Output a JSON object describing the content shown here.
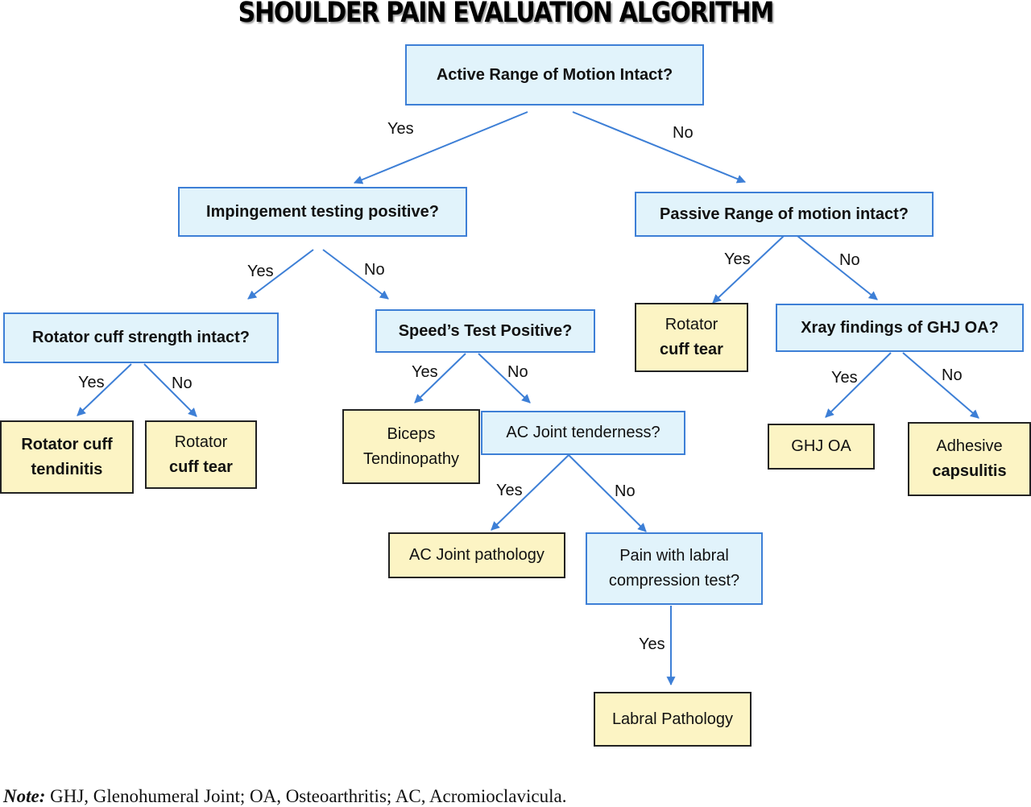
{
  "title": "SHOULDER PAIN EVALUATION ALGORITHM",
  "colors": {
    "question_fill": "#e1f3fb",
    "question_border": "#3d7fd6",
    "outcome_fill": "#fcf4c4",
    "outcome_border": "#222222",
    "arrow": "#3d7fd6"
  },
  "nodes": {
    "active_rom": "Active Range of Motion Intact?",
    "impingement": "Impingement testing positive?",
    "passive_rom": "Passive Range of motion intact?",
    "rc_strength": "Rotator cuff strength intact?",
    "speeds": "Speed’s Test Positive?",
    "rc_tear_right": [
      "Rotator",
      "cuff tear"
    ],
    "xray": "Xray findings of GHJ OA?",
    "rc_tendinitis": [
      "Rotator cuff",
      "tendinitis"
    ],
    "rc_tear_left": [
      "Rotator",
      "cuff tear"
    ],
    "biceps": [
      "Biceps",
      "Tendinopathy"
    ],
    "ac_tenderness": "AC Joint tenderness?",
    "ghj_oa": "GHJ OA",
    "adhesive": [
      "Adhesive",
      "capsulitis"
    ],
    "ac_pathology": "AC Joint pathology",
    "labral_test": [
      "Pain with labral",
      "compression test?"
    ],
    "labral_pathology": "Labral Pathology"
  },
  "labels": {
    "active_yes": "Yes",
    "active_no": "No",
    "imp_yes": "Yes",
    "imp_no": "No",
    "passive_yes": "Yes",
    "passive_no": "No",
    "rc_yes": "Yes",
    "rc_no": "No",
    "speeds_yes": "Yes",
    "speeds_no": "No",
    "xray_yes": "Yes",
    "xray_no": "No",
    "ac_yes": "Yes",
    "ac_no": "No",
    "labral_yes": "Yes"
  },
  "note": {
    "label": "Note:",
    "text": " GHJ, Glenohumeral Joint; OA, Osteoarthritis; AC, Acromioclavicula."
  }
}
